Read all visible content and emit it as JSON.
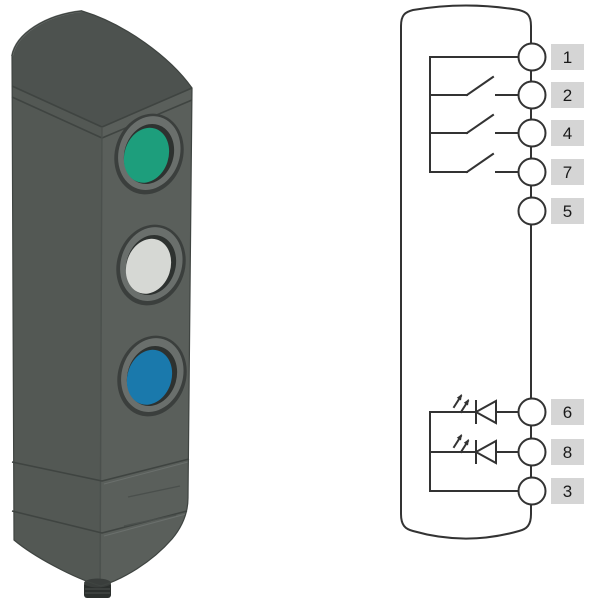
{
  "page": {
    "background_color": "#ffffff"
  },
  "device": {
    "body_color": "#5a5f5b",
    "left_face_color": "#535854",
    "cap_color": "#4d524f",
    "bezel_ring_color": "#6a6f6c",
    "button_recess_color": "#2e3230",
    "connector_color": "#2b2f2d",
    "buttons": [
      {
        "name": "green-button",
        "color": "#1d9e7c"
      },
      {
        "name": "white-button",
        "color": "#d6d8d4"
      },
      {
        "name": "blue-button",
        "color": "#1a79ac"
      }
    ]
  },
  "diagram": {
    "line_color": "#333333",
    "terminal_fill": "#ffffff",
    "label_box_color": "#d5d5d5",
    "label_text_color": "#1a1a1a",
    "terminals": [
      {
        "label": "1"
      },
      {
        "label": "2"
      },
      {
        "label": "4"
      },
      {
        "label": "7"
      },
      {
        "label": "5"
      },
      {
        "label": "6"
      },
      {
        "label": "8"
      },
      {
        "label": "3"
      }
    ],
    "symbols": {
      "switch_icon": "normally-open-contact",
      "led_icon": "light-emitting-diode"
    }
  }
}
